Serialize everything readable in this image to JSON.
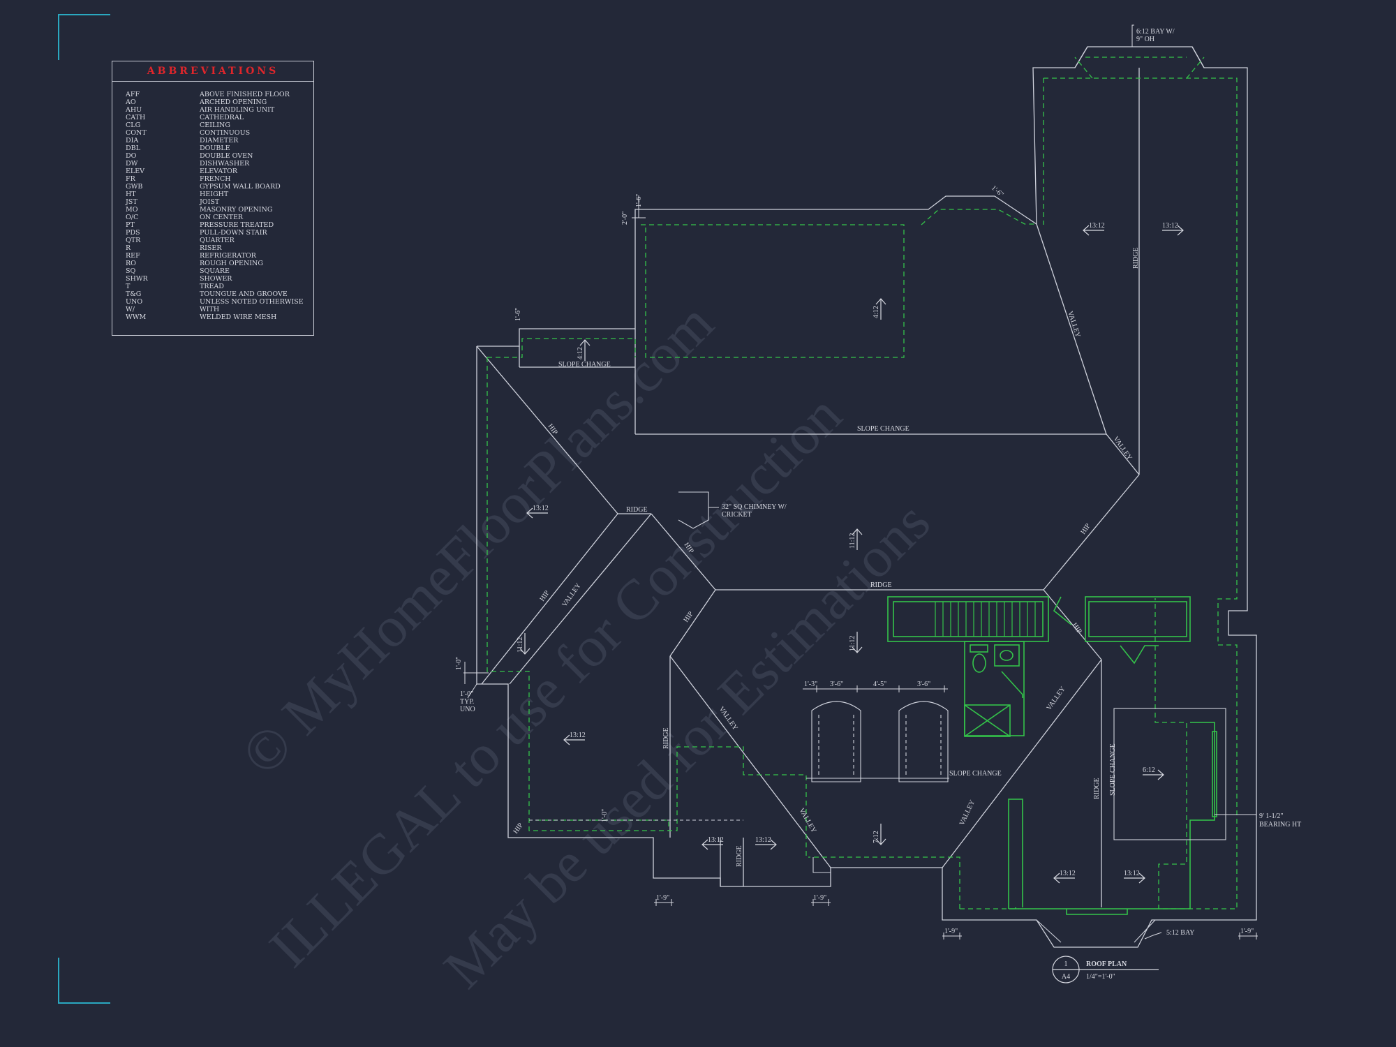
{
  "abbreviations": {
    "title": "ABBREVIATIONS",
    "items": [
      {
        "code": "AFF",
        "meaning": "ABOVE FINISHED FLOOR"
      },
      {
        "code": "AO",
        "meaning": "ARCHED OPENING"
      },
      {
        "code": "AHU",
        "meaning": "AIR HANDLING UNIT"
      },
      {
        "code": "CATH",
        "meaning": "CATHEDRAL"
      },
      {
        "code": "CLG",
        "meaning": "CEILING"
      },
      {
        "code": "CONT",
        "meaning": "CONTINUOUS"
      },
      {
        "code": "DIA",
        "meaning": "DIAMETER"
      },
      {
        "code": "DBL",
        "meaning": "DOUBLE"
      },
      {
        "code": "DO",
        "meaning": "DOUBLE OVEN"
      },
      {
        "code": "DW",
        "meaning": "DISHWASHER"
      },
      {
        "code": "ELEV",
        "meaning": "ELEVATOR"
      },
      {
        "code": "FR",
        "meaning": "FRENCH"
      },
      {
        "code": "GWB",
        "meaning": "GYPSUM WALL BOARD"
      },
      {
        "code": "HT",
        "meaning": "HEIGHT"
      },
      {
        "code": "JST",
        "meaning": "JOIST"
      },
      {
        "code": "MO",
        "meaning": "MASONRY OPENING"
      },
      {
        "code": "O/C",
        "meaning": "ON CENTER"
      },
      {
        "code": "PT",
        "meaning": "PRESSURE TREATED"
      },
      {
        "code": "PDS",
        "meaning": "PULL-DOWN STAIR"
      },
      {
        "code": "QTR",
        "meaning": "QUARTER"
      },
      {
        "code": "R",
        "meaning": "RISER"
      },
      {
        "code": "REF",
        "meaning": "REFRIGERATOR"
      },
      {
        "code": "RO",
        "meaning": "ROUGH OPENING"
      },
      {
        "code": "SQ",
        "meaning": "SQUARE"
      },
      {
        "code": "SHWR",
        "meaning": "SHOWER"
      },
      {
        "code": "T",
        "meaning": "TREAD"
      },
      {
        "code": "T&G",
        "meaning": "TOUNGUE AND GROOVE"
      },
      {
        "code": "UNO",
        "meaning": "UNLESS NOTED OTHERWISE"
      },
      {
        "code": "W/",
        "meaning": "WITH"
      },
      {
        "code": "WWM",
        "meaning": "WELDED WIRE MESH"
      }
    ]
  },
  "plan": {
    "labels": {
      "slope_change": "SLOPE CHANGE",
      "ridge": "RIDGE",
      "hip": "HIP",
      "valley": "VALLEY",
      "chimney_1": "32\" SQ CHIMNEY W/",
      "chimney_2": "CRICKET",
      "bay_top_1": "6:12 BAY W/",
      "bay_top_2": "9\" OH",
      "bay_bottom": "5:12 BAY",
      "bearing_1": "9' 1-1/2\"",
      "bearing_2": "BEARING HT",
      "typ_1": "1'-0\"",
      "typ_2": "TYP.",
      "typ_3": "UNO"
    },
    "pitches": {
      "p1312": "13:12",
      "p1112": "11:12",
      "p412": "4:12",
      "p712": "7:12",
      "p612": "6:12"
    },
    "dimensions": {
      "d1_0": "1'-0\"",
      "d1_3": "1'-3\"",
      "d3_6": "3'-6\"",
      "d4_5": "4'-5\"",
      "d1_9": "1'-9\"",
      "d2_0": "2'-0\"",
      "d1_6": "1'-6\""
    }
  },
  "title_block": {
    "number": "1",
    "sheet": "A4",
    "title": "ROOF PLAN",
    "scale": "1/4\"=1'-0\""
  },
  "watermark": {
    "line1": "© MyHomeFloorPlans.com",
    "line2": "ILLEGAL to use for Construction",
    "line3": "May be used for Estimations"
  }
}
